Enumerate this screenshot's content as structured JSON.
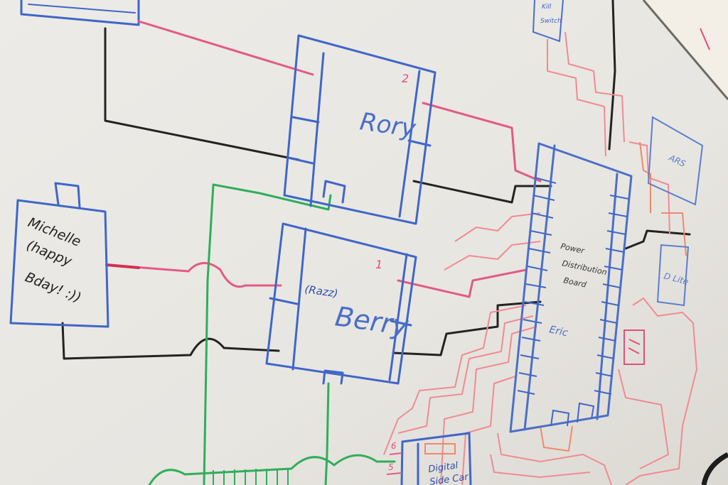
{
  "photo": {
    "subject": "whiteboard wiring diagram",
    "colors": {
      "board": "#ecebe6",
      "board_shadow": "#dedcd6",
      "blue_marker": "#3f66c9",
      "red_marker": "#e0507a",
      "black_marker": "#222222",
      "green_marker": "#2fae5a",
      "orange_marker": "#ef8a6a"
    }
  },
  "diagram": {
    "rory_label": "Rory",
    "rory_number": "2",
    "berry_label": "Berry",
    "berry_prefix": "(Razz)",
    "berry_number": "1",
    "michelle_line1": "Michelle",
    "michelle_line2": "(happy",
    "michelle_line3": "Bday! :))",
    "pdb_line1": "Power",
    "pdb_line2": "Distribution",
    "pdb_line3": "Board",
    "pdb_sub": "Eric",
    "kill_line1": "Kill",
    "kill_line2": "Switch",
    "digital_line1": "Digital",
    "digital_line2": "Side Car",
    "right_top_label": "ARS",
    "right_mid_label": "D Lite",
    "left_num_6": "6",
    "left_num_5": "5"
  }
}
